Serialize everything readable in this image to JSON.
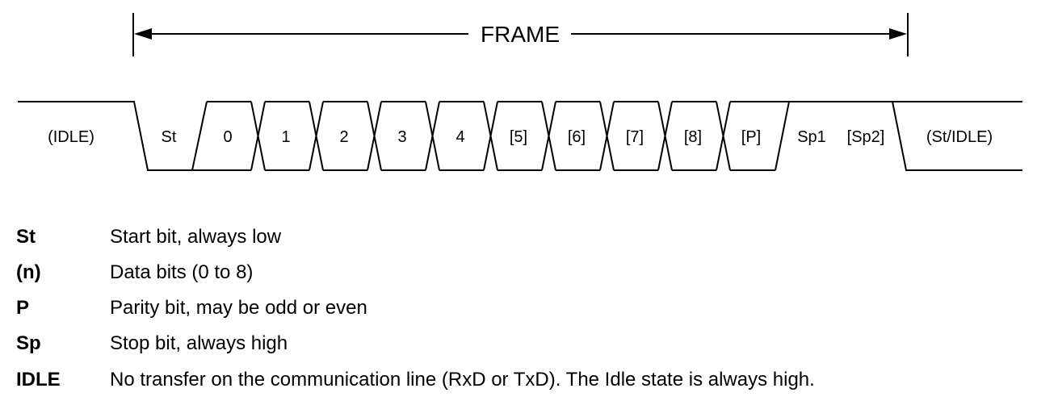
{
  "frame_label": "FRAME",
  "segments": [
    {
      "label": "(IDLE)"
    },
    {
      "label": "St"
    },
    {
      "label": "0"
    },
    {
      "label": "1"
    },
    {
      "label": "2"
    },
    {
      "label": "3"
    },
    {
      "label": "4"
    },
    {
      "label": "[5]"
    },
    {
      "label": "[6]"
    },
    {
      "label": "[7]"
    },
    {
      "label": "[8]"
    },
    {
      "label": "[P]"
    },
    {
      "label": "Sp1"
    },
    {
      "label": "[Sp2]"
    },
    {
      "label": "(St/IDLE)"
    }
  ],
  "legend": [
    {
      "term": "St",
      "description": "Start bit, always low"
    },
    {
      "term": "(n)",
      "description": "Data bits (0 to 8)"
    },
    {
      "term": "P",
      "description": "Parity bit, may be odd or even"
    },
    {
      "term": "Sp",
      "description": "Stop bit, always high"
    },
    {
      "term": "IDLE",
      "description": "No transfer on the communication line (RxD or TxD). The Idle state is always high."
    }
  ]
}
